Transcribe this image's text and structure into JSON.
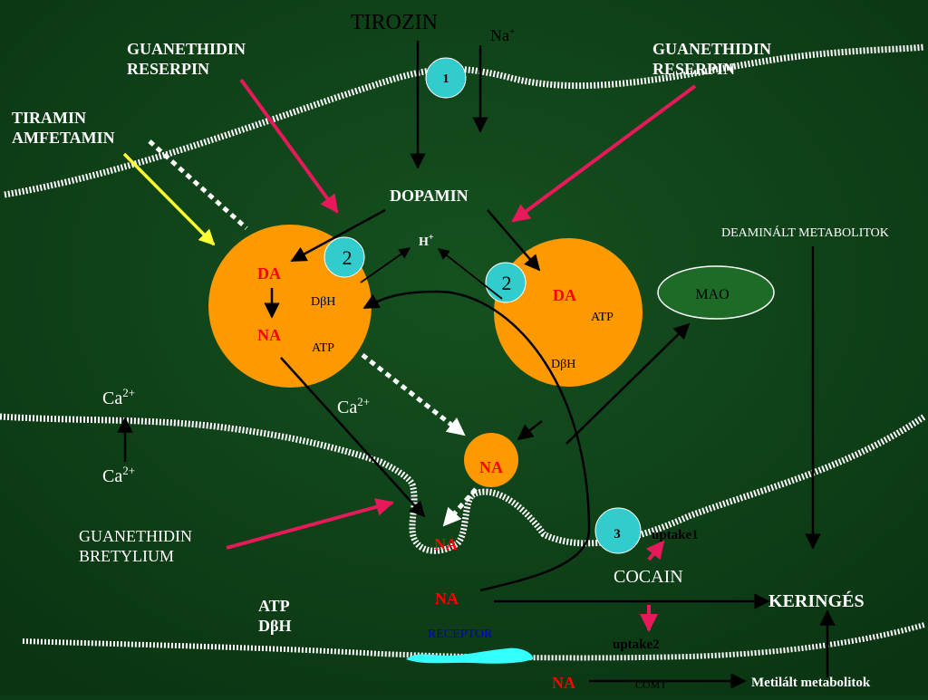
{
  "background": "#0d3f18",
  "colors": {
    "vesicle": "#ff9900",
    "red_text": "#ff0000",
    "magenta": "#e6195a",
    "yellow": "#ffff33",
    "cyan": "#33ffff",
    "mao_fill": "#1d6b27",
    "receptor": "#33ffff"
  },
  "labels": {
    "tirozin": "TIROZIN",
    "na_ion": "Na",
    "na_ion_sup": "+",
    "site1": "1",
    "guan_res_left_1": "GUANETHIDIN",
    "guan_res_left_2": "RESERPIN",
    "guan_res_right_1": "GUANETHIDIN",
    "guan_res_right_2": "RESERPIN",
    "tiramin": "TIRAMIN",
    "amfetamin": "AMFETAMIN",
    "dopamin": "DOPAMIN",
    "h_ion": "H",
    "h_ion_sup": "+",
    "site2_left": "2",
    "site2_right": "2",
    "deaminalt": "DEAMINÁLT METABOLITOK",
    "mao": "MAO",
    "v1_da": "DA",
    "v1_dbh": "DβH",
    "v1_na": "NA",
    "v1_atp": "ATP",
    "v2_da": "DA",
    "v2_atp": "ATP",
    "v2_dbh": "DβH",
    "ca_top": "Ca",
    "ca_top_sup": "2+",
    "ca_bottom": "Ca",
    "ca_bottom_sup": "2+",
    "ca_mid": "Ca",
    "ca_mid_sup": "2+",
    "na_released": "NA",
    "guan_bret_1": "GUANETHIDIN",
    "guan_bret_2": "BRETYLIUM",
    "na_cleft": "NA",
    "site3": "3",
    "uptake1": "uptake1",
    "cocain": "COCAIN",
    "atp_bottom": "ATP",
    "dbh_bottom": "DβH",
    "na_synapse": "NA",
    "keringes": "KERINGÉS",
    "receptor": "RECEPTOR",
    "uptake2": "uptake2",
    "na_bottom": "NA",
    "comt": "COMT",
    "metilalt": "Metilált metabolitok"
  }
}
